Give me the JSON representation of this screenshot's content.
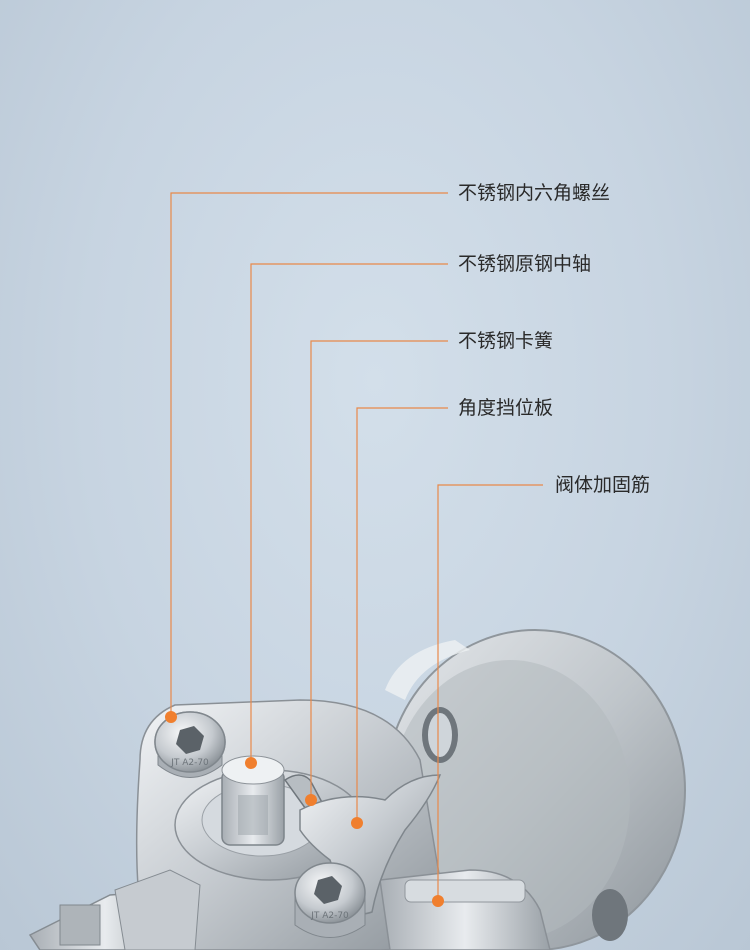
{
  "callouts": [
    {
      "id": "hex-bolt",
      "label": "不锈钢内六角螺丝"
    },
    {
      "id": "stem",
      "label": "不锈钢原钢中轴"
    },
    {
      "id": "clip-spring",
      "label": "不锈钢卡簧"
    },
    {
      "id": "stop-plate",
      "label": "角度挡位板"
    },
    {
      "id": "rib",
      "label": "阀体加固筋"
    }
  ],
  "bolt_markings": {
    "top": "JT A2-70",
    "bottom": "JT A2-70"
  },
  "colors": {
    "background": "#c9d6e3",
    "callout_line": "#e8894a",
    "callout_dot": "#f07f2e",
    "label_text": "#2a2a2a",
    "metal_light": "#e6e9ec",
    "metal_mid": "#b9bec3",
    "metal_dark": "#7f868c"
  }
}
